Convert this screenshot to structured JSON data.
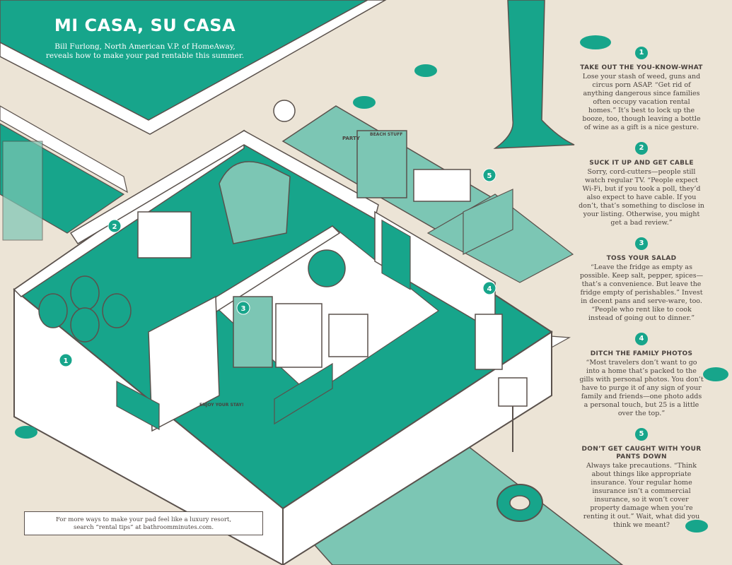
{
  "title": "MI CASA, SU CASA",
  "intro": "Bill Furlong, North American V.P. of HomeAway, reveals how to make your pad rentable this summer.",
  "illustration": {
    "map_markers": [
      "1",
      "2",
      "3",
      "4",
      "5"
    ],
    "signs": {
      "box_left": "PARTY",
      "box_right": "BEACH STUFF",
      "sign_on_stand": "ENJOY YOUR STAY!"
    }
  },
  "tips": [
    {
      "number": "1",
      "heading": "TAKE OUT THE YOU-KNOW-WHAT",
      "body": "Lose your stash of weed, guns and circus porn ASAP. “Get rid of anything dangerous since families often occupy vacation rental homes.” It’s best to lock up the booze, too, though leaving a bottle of wine as a gift is a nice gesture."
    },
    {
      "number": "2",
      "heading": "SUCK IT UP AND GET CABLE",
      "body": "Sorry, cord-cutters—people still watch regular TV. “People expect Wi-Fi, but if you took a poll, they’d also expect to have cable. If you don’t, that’s something to disclose in your listing. Otherwise, you might get a bad review.”"
    },
    {
      "number": "3",
      "heading": "TOSS YOUR SALAD",
      "body": "“Leave the fridge as empty as possible. Keep salt, pepper, spices—that’s a convenience. But leave the fridge empty of perishables.” Invest in decent pans and serve-ware, too. “People who rent like to cook instead of going out to dinner.”"
    },
    {
      "number": "4",
      "heading": "DITCH THE FAMILY PHOTOS",
      "body": "“Most travelers don’t want to go into a home that’s packed to the gills with personal photos. You don’t have to purge it of any sign of your family and friends—one photo adds a personal touch, but 25 is a little over the top.”"
    },
    {
      "number": "5",
      "heading": "DON’T GET CAUGHT WITH YOUR PANTS DOWN",
      "body": "Always take precautions. “Think about things like appropriate insurance. Your regular home insurance isn’t a commercial insurance, so it won’t cover property damage when you’re renting it out.” Wait, what did you think we meant?"
    }
  ],
  "footer": {
    "line1": "For more ways to make your pad feel like a luxury resort,",
    "line2": "search “rental tips” at bathroomminutes.com."
  },
  "colors": {
    "teal": "#17a58b",
    "light_teal": "#7cc6b4",
    "beige": "#ece4d6",
    "ink": "#4a423e",
    "white": "#ffffff"
  }
}
